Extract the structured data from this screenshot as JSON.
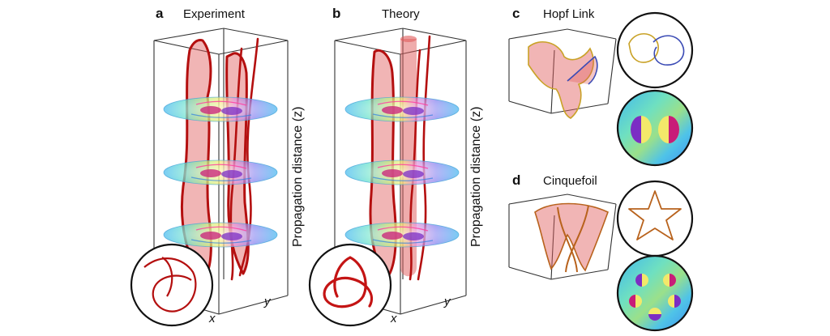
{
  "panels": [
    {
      "id": "a",
      "label": "a",
      "title": "Experiment",
      "zlabel": "Propagation distance (z)",
      "xlabel": "x",
      "ylabel": "y"
    },
    {
      "id": "b",
      "label": "b",
      "title": "Theory",
      "zlabel": "Propagation distance (z)",
      "xlabel": "x",
      "ylabel": "y"
    },
    {
      "id": "c",
      "label": "c",
      "title": "Hopf Link"
    },
    {
      "id": "d",
      "label": "d",
      "title": "Cinquefoil"
    }
  ],
  "colors": {
    "knot_tube": "#e05a5a",
    "knot_edge": "#b40f0f",
    "hopf_gold": "#c9a227",
    "hopf_blue": "#3b4bb5",
    "cinquefoil_line": "#b8621c"
  }
}
